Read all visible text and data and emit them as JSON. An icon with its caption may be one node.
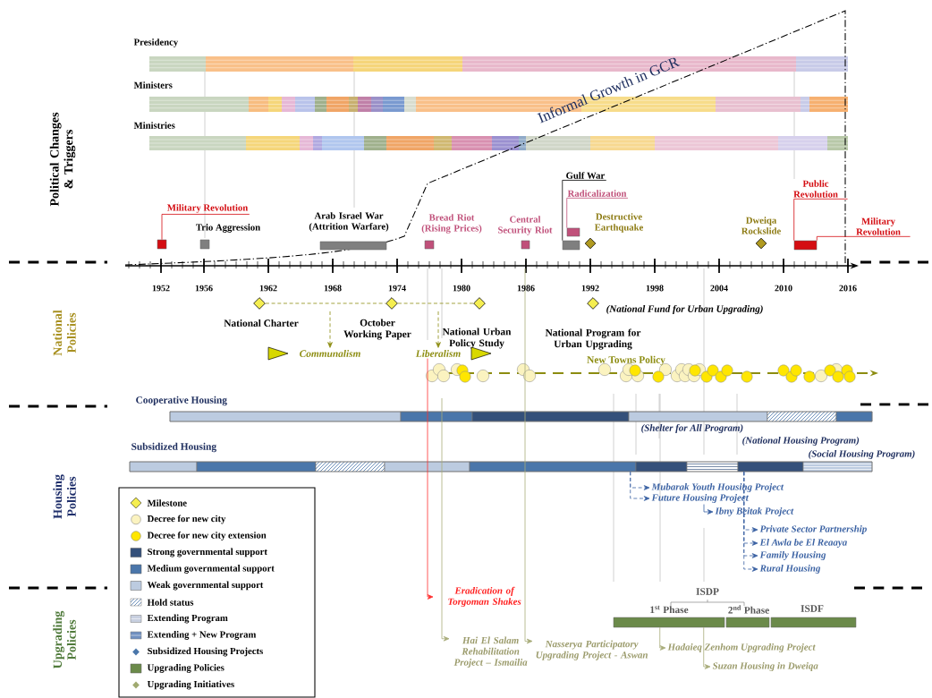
{
  "diagram": {
    "nodes": [
      {
        "text": [
          "Military Revolution"
        ]
      },
      {
        "text": [],
        "shape": "bar"
      },
      {
        "text": [],
        "shape": "bar",
        "beside": [
          "Trio Aggression"
        ]
      },
      {
        "text": [],
        "shape": "bar",
        "beside": [
          "Arab Israel War (Attrition Warfare)"
        ]
      },
      {
        "text": [],
        "shape": "bar",
        "beside": [
          "Bread Riot (Rising Prices)"
        ]
      },
      {
        "text": [],
        "shape": "bar",
        "beside": [
          "Central Security Riot"
        ]
      },
      {
        "text": [
          "Gulf War"
        ]
      },
      {
        "text": [
          "Radicalization"
        ]
      },
      {
        "text": [],
        "shape": "bar"
      },
      {
        "text": [],
        "shape": "bar"
      },
      {
        "text": [],
        "shape": "diamond",
        "beside": [
          "Destructive Earthquake"
        ]
      },
      {
        "text": [],
        "shape": "diamond",
        "beside": [
          "Dweiqa Rockslide"
        ]
      },
      {
        "text": [
          "Public Revolution"
        ]
      },
      {
        "text": [
          "Military Revolution"
        ]
      },
      {
        "text": [],
        "shape": "bar"
      },
      {
        "text": [
          "National Charter"
        ]
      },
      {
        "text": [
          "October Working Paper"
        ]
      },
      {
        "text": [
          "National Urban Policy Study"
        ]
      },
      {
        "text": [
          "National Program for Urban Upgrading"
        ],
        "beside": [
          "(National Fund for Urban Upgrading)"
        ]
      },
      {
        "text": [
          "Communalism"
        ]
      },
      {
        "text": [
          "Liberalism"
        ]
      },
      {
        "text": [
          "Cooperative Housing"
        ]
      },
      {
        "text": [
          "Subsidized Housing"
        ]
      },
      {
        "text": [
          "Mubarak Youth Housing Project"
        ]
      },
      {
        "text": [
          "Future Housing Project"
        ]
      },
      {
        "text": [
          "Ibny Beitak Project"
        ]
      },
      {
        "text": [
          "Private Sector Partnership"
        ]
      },
      {
        "text": [
          "El Awla be El Reaaya"
        ]
      },
      {
        "text": [
          "Family Housing"
        ]
      },
      {
        "text": [
          "Rural Housing"
        ]
      },
      {
        "text": [
          "Eradication of Torgoman Shakes"
        ]
      },
      {
        "text": [
          "Hai El Salam Rehabilitation Project – Ismailia"
        ]
      },
      {
        "text": [
          "Nasserya Participatory Upgrading Project - Aswan"
        ]
      },
      {
        "text": [
          "Hadaieq Zenhom Upgrading Project"
        ]
      },
      {
        "text": [
          "Suzan Housing in Dweiqa"
        ]
      },
      {
        "text": [
          "1$^{st}$ Phase"
        ]
      },
      {
        "text": [
          "2$^{nd}$ Phase"
        ]
      },
      {
        "text": [
          "ISDF"
        ]
      }
    ],
    "edges": [
      {
        "from": 0,
        "to": 1,
        "arrow": "none",
        "color": "#d40d12"
      },
      {
        "from": 6,
        "to": 8,
        "arrow": "none",
        "color": "#000000"
      },
      {
        "from": 7,
        "to": 9,
        "arrow": "none",
        "color": "#c0507a"
      },
      {
        "from": 12,
        "to": 14,
        "arrow": "none",
        "color": "#d40d12"
      },
      {
        "from": 13,
        "to": 14,
        "arrow": "none",
        "color": "#d40d12"
      },
      {
        "from": 15,
        "to": 16,
        "arrow": "none",
        "style": "dashed",
        "color": "#8c8c10"
      },
      {
        "from": 16,
        "to": 17,
        "arrow": "none",
        "style": "dashed",
        "color": "#8c8c10"
      },
      {
        "from": null,
        "to": 19,
        "arrow": "to",
        "style": "dashed",
        "color": "#8c8c10"
      },
      {
        "from": null,
        "to": 20,
        "arrow": "to",
        "style": "dashed",
        "color": "#8c8c10"
      },
      {
        "from": 22,
        "to": 23,
        "arrow": "to",
        "style": "dashed",
        "color": "#3b62a3"
      },
      {
        "from": 22,
        "to": 24,
        "arrow": "to",
        "style": "dashed",
        "color": "#3b62a3"
      },
      {
        "from": 24,
        "to": 25,
        "arrow": "to",
        "color": "#3b62a3"
      },
      {
        "from": 22,
        "to": 26,
        "arrow": "to",
        "style": "dashed",
        "color": "#3b62a3"
      },
      {
        "from": 22,
        "to": 27,
        "arrow": "to",
        "style": "dashed",
        "color": "#3b62a3"
      },
      {
        "from": 22,
        "to": 28,
        "arrow": "to",
        "style": "dashed",
        "color": "#3b62a3"
      },
      {
        "from": 22,
        "to": 29,
        "arrow": "to",
        "style": "dashed",
        "color": "#3b62a3"
      },
      {
        "from": 20,
        "to": 30,
        "arrow": "to",
        "color": "#ff3030"
      },
      {
        "from": null,
        "to": 31,
        "arrow": "to",
        "color": "#a8ac7a"
      },
      {
        "from": null,
        "to": 32,
        "arrow": "to",
        "color": "#a8ac7a"
      },
      {
        "from": 35,
        "to": 33,
        "arrow": "to",
        "color": "#a8ac7a"
      },
      {
        "from": 35,
        "to": 34,
        "arrow": "to",
        "color": "#a8ac7a"
      }
    ],
    "labels": [
      "Political Changes & Triggers",
      "National Policies",
      "Housing Policies",
      "Upgrading Policies",
      "Presidency",
      "Ministers",
      "Ministries",
      "Informal Growth in GCR",
      "1952",
      "1956",
      "1962",
      "1968",
      "1974",
      "1980",
      "1986",
      "1992",
      "1998",
      "2004",
      "2010",
      "2016",
      "New Towns Policy",
      "(Shelter for All Program)",
      "(National Housing Program)",
      "(Social Housing Program)",
      "ISDP"
    ],
    "legend": [
      {
        "text": "Milestone"
      },
      {
        "text": "Decree for new city",
        "color": "#fbf3c0"
      },
      {
        "text": "Decree for new city extension",
        "color": "#ffe600"
      },
      {
        "text": "Strong governmental support",
        "color": "#34507a"
      },
      {
        "text": "Medium governmental support",
        "color": "#4a76aa"
      },
      {
        "text": "Weak governmental support",
        "color": "#bccbe0"
      },
      {
        "text": "Hold status"
      },
      {
        "text": "Extending Program"
      },
      {
        "text": "Extending + New Program"
      },
      {
        "text": "Subsidized Housing Projects"
      },
      {
        "text": "Upgrading Policies",
        "color": "#6b8a4a"
      },
      {
        "text": "Upgrading Initiatives"
      }
    ]
  }
}
